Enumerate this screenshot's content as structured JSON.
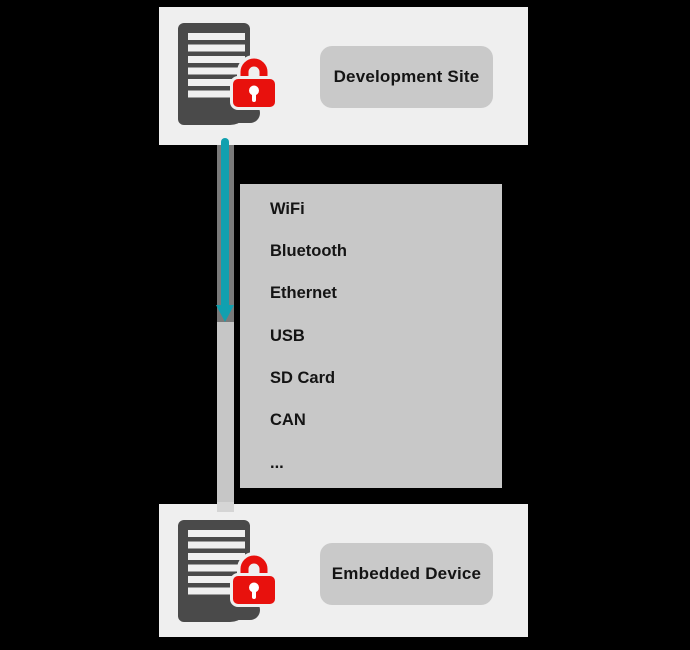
{
  "diagram": {
    "title_hint": "secure file transfer between development site and embedded device",
    "colors": {
      "background": "#000000",
      "node_box": "#efefef",
      "label_pill": "#c9c9c9",
      "list_box": "#c8c8c8",
      "document_gray": "#4a4a4a",
      "lock_red": "#e8110d",
      "arrow_teal": "#11a0af",
      "arrow_casing_gray": "#7a7a7a",
      "link_gray": "#c6c6c6",
      "text": "#141414"
    },
    "icons": {
      "top_node_icon": "locked-document-icon",
      "bottom_node_icon": "locked-document-icon",
      "connector_icon": "downward-teal-arrow"
    },
    "nodes": {
      "top": {
        "label": "Development Site"
      },
      "bottom": {
        "label": "Embedded Device"
      }
    },
    "channels": {
      "items": [
        "WiFi",
        "Bluetooth",
        "Ethernet",
        "USB",
        "SD Card",
        "CAN",
        "..."
      ]
    }
  }
}
